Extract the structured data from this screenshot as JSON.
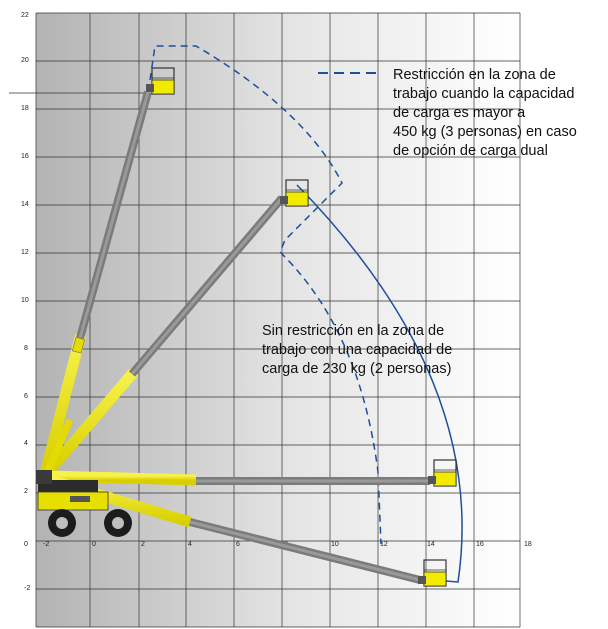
{
  "axes": {
    "y_ticks": [
      "-2",
      "0",
      "2",
      "4",
      "6",
      "8",
      "10",
      "12",
      "14",
      "16",
      "18",
      "20",
      "22"
    ],
    "x_ticks": [
      "-2",
      "0",
      "2",
      "4",
      "6",
      "8",
      "10",
      "12",
      "14",
      "16",
      "18"
    ]
  },
  "legend": {
    "line_style": "dashed",
    "lines": [
      "Restricción en la zona de",
      "trabajo cuando la capacidad",
      "de carga es mayor a",
      "450 kg (3 personas) en caso",
      "de opción de carga dual"
    ]
  },
  "annotation": {
    "lines": [
      "Sin restricción en la zona de",
      "trabajo con una capacidad de",
      "carga de 230 kg (2 personas)"
    ]
  },
  "colors": {
    "boom_yellow": "#f2ea00",
    "boom_grey": "#7b7b7b",
    "envelope_blue": "#1c4f9c",
    "grid": "#333333"
  },
  "icons": [
    "machine-chassis-icon",
    "wheel-icon",
    "platform-basket-icon"
  ]
}
